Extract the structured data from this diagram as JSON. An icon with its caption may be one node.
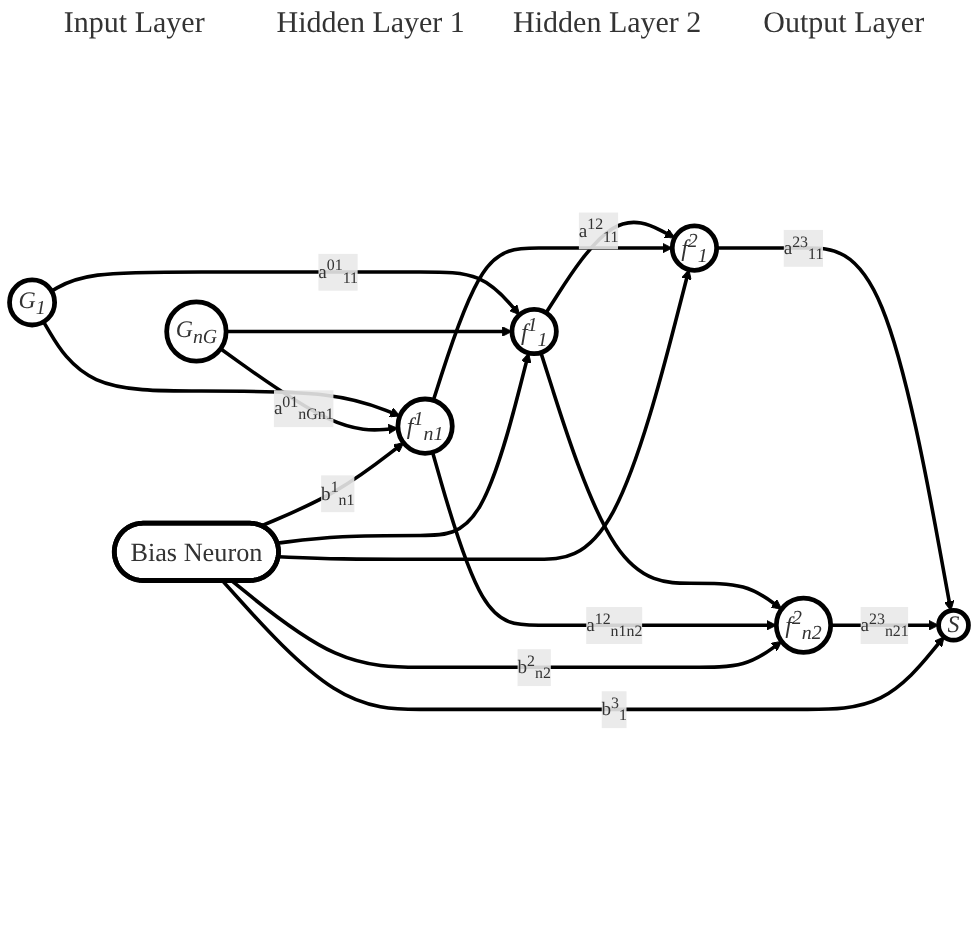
{
  "diagram": {
    "nodes": [
      {
        "text": [
          "G$_{1}$"
        ]
      },
      {
        "text": [
          "G$_{nG}$"
        ]
      },
      {
        "text": [
          "f$^{1}$$_{1}$"
        ]
      },
      {
        "text": [
          "f$^{1}$$_{n1}$"
        ]
      },
      {
        "text": [
          "f$^{2}$$_{1}$"
        ]
      },
      {
        "text": [
          "f$^{2}$$_{n2}$"
        ]
      },
      {
        "text": [
          "S"
        ]
      },
      {
        "text": [
          "Bias Neuron"
        ]
      }
    ],
    "edges": [
      {
        "from": 0,
        "to": 2,
        "arrow": "to",
        "label": "a$^{01}$$_{11}$"
      },
      {
        "from": 0,
        "to": 3,
        "arrow": "to"
      },
      {
        "from": 1,
        "to": 2,
        "arrow": "to"
      },
      {
        "from": 1,
        "to": 3,
        "arrow": "to",
        "label": "a$^{01}$$_{nGn1}$"
      },
      {
        "from": 2,
        "to": 4,
        "arrow": "to",
        "label": "a$^{12}$$_{11}$"
      },
      {
        "from": 2,
        "to": 5,
        "arrow": "to"
      },
      {
        "from": 3,
        "to": 4,
        "arrow": "to"
      },
      {
        "from": 3,
        "to": 5,
        "arrow": "to",
        "label": "a$^{12}$$_{n1n2}$"
      },
      {
        "from": 4,
        "to": 6,
        "arrow": "to",
        "label": "a$^{23}$$_{11}$"
      },
      {
        "from": 5,
        "to": 6,
        "arrow": "to",
        "label": "a$^{23}$$_{n21}$"
      },
      {
        "from": 7,
        "to": 2,
        "arrow": "to"
      },
      {
        "from": 7,
        "to": 3,
        "arrow": "to",
        "label": "b$^{1}$$_{n1}$"
      },
      {
        "from": 7,
        "to": 4,
        "arrow": "to"
      },
      {
        "from": 7,
        "to": 5,
        "arrow": "to",
        "label": "b$^{2}$$_{n2}$"
      },
      {
        "from": 7,
        "to": 6,
        "arrow": "to",
        "label": "b$^{3}$$_{1}$"
      }
    ],
    "labels": [
      "Input Layer",
      "Hidden Layer 1",
      "Hidden Layer 2",
      "Output Layer"
    ]
  }
}
